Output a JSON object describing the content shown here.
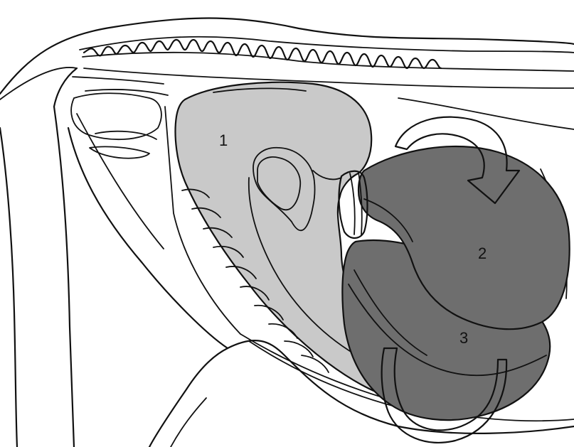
{
  "labels": {
    "one": "1",
    "two": "2",
    "three": "3"
  },
  "colors": {
    "background": "#ffffff",
    "outline": "#111111",
    "organ_1": "#c9c9c9",
    "organ_2_3": "#6e6e6e",
    "junction": "#555555",
    "arrow_fill": "#ffffff"
  }
}
